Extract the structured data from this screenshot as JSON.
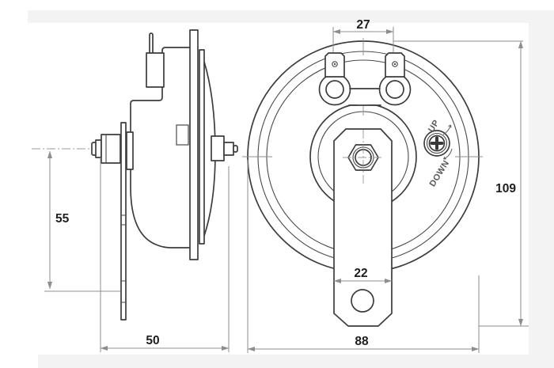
{
  "drawing": {
    "dimensions": {
      "terminal_spacing": "27",
      "overall_height": "109",
      "slot_offset": "55",
      "depth": "50",
      "body_diameter": "88",
      "bracket_width": "22"
    },
    "adjuster": {
      "up_label": "UP",
      "down_label": "DOWN"
    },
    "colors": {
      "outline": "#3d3d3d",
      "dimension_line": "#8e8e8e",
      "text": "#1e1e1e",
      "adjuster_text": "#5a5a5a",
      "border_band": "#f3f3f4",
      "background": "#ffffff"
    }
  }
}
